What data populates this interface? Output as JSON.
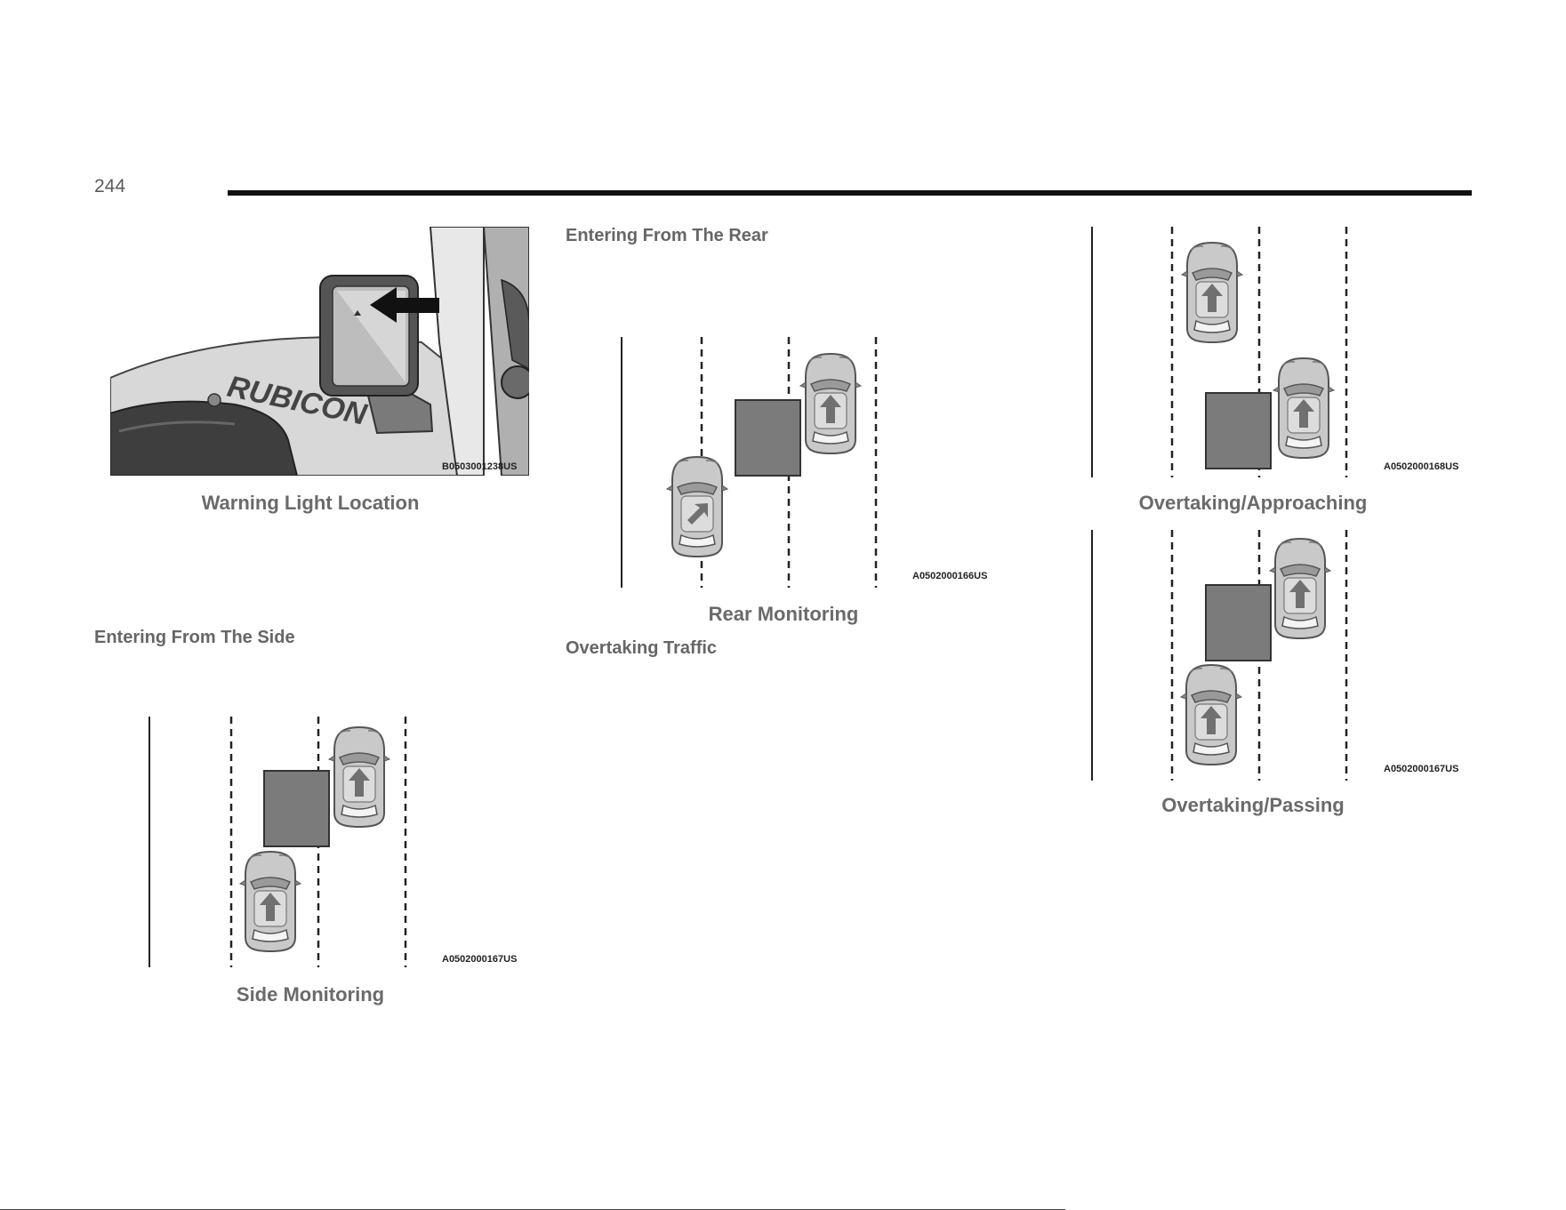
{
  "page": {
    "number": "244"
  },
  "figures": {
    "warning_light": {
      "code": "B0503001238US",
      "caption": "Warning Light Location",
      "vehicle_badge": "RUBICON"
    },
    "side": {
      "code": "A0502000167US",
      "caption": "Side Monitoring"
    },
    "rear": {
      "code": "A0502000166US",
      "caption": "Rear Monitoring"
    },
    "approaching": {
      "code": "A0502000168US",
      "caption": "Overtaking/Approaching"
    },
    "passing": {
      "code": "A0502000167US",
      "caption": "Overtaking/Passing"
    }
  },
  "headings": {
    "side": "Entering From The Side",
    "rear": "Entering From The Rear",
    "overtaking": "Overtaking Traffic"
  }
}
